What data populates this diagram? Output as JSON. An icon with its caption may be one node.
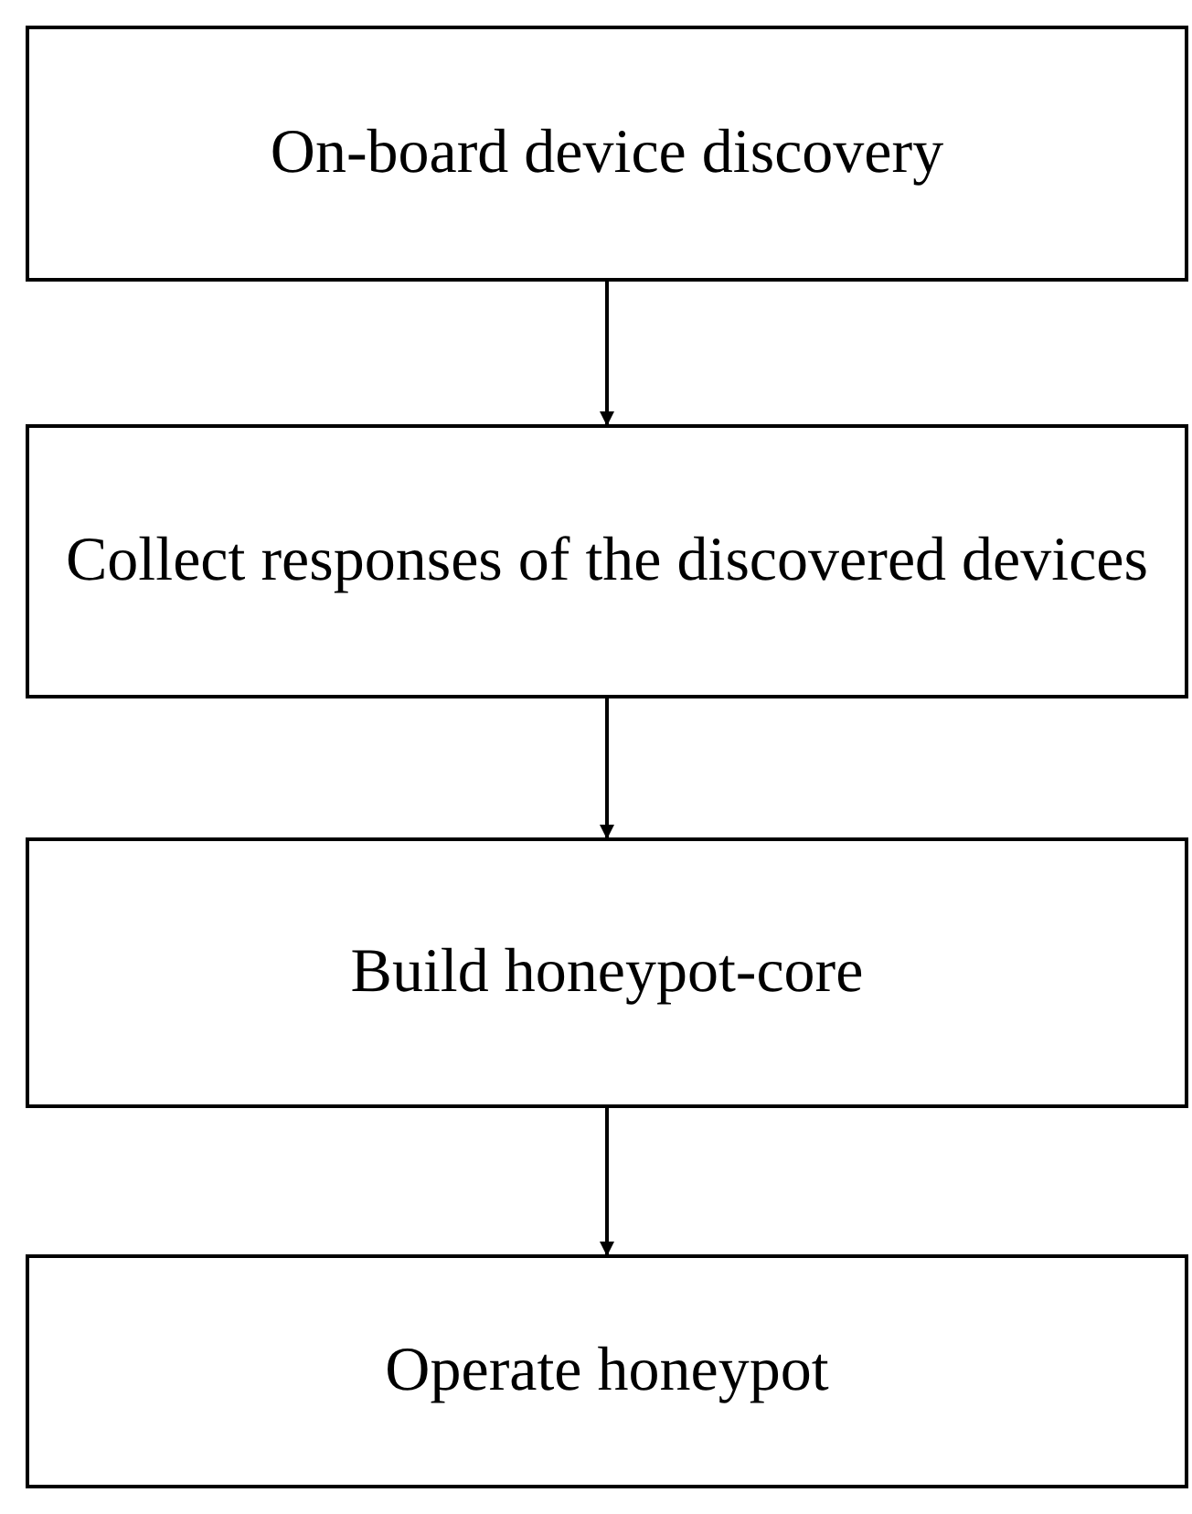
{
  "diagram": {
    "nodes": [
      {
        "text": [
          "On-board device discovery"
        ]
      },
      {
        "text": [
          "Collect responses of the discovered devices"
        ]
      },
      {
        "text": [
          "Build honeypot-core"
        ]
      },
      {
        "text": [
          "Operate honeypot"
        ]
      }
    ],
    "edges": [
      {
        "from": 0,
        "to": 1,
        "arrow": "to"
      },
      {
        "from": 1,
        "to": 2,
        "arrow": "to"
      },
      {
        "from": 2,
        "to": 3,
        "arrow": "to"
      }
    ]
  }
}
